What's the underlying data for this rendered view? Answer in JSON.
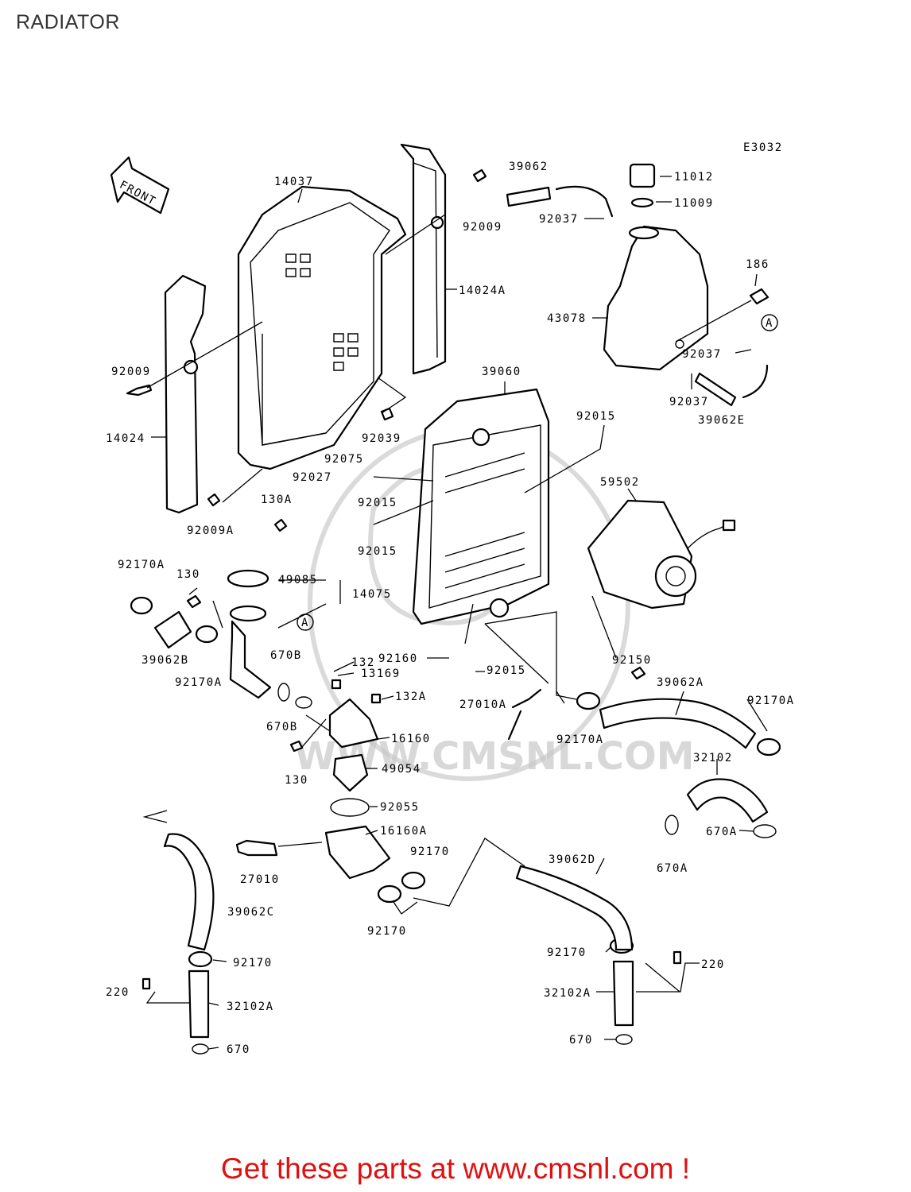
{
  "header": {
    "title": "RADIATOR"
  },
  "footer": {
    "text": "Get these parts at www.cmsnl.com !"
  },
  "diagram": {
    "code": "E3032",
    "front_arrow_label": "FRONT",
    "ref_marker": "A",
    "watermark_text": "WWW.CMSNL.COM",
    "labels": [
      "14037",
      "14024A",
      "92009",
      "92009",
      "14024",
      "92009A",
      "92039",
      "39062",
      "11012",
      "11009",
      "92037",
      "186",
      "43078",
      "92037",
      "92037",
      "39062E",
      "39060",
      "92015",
      "92075",
      "92027",
      "92015",
      "92015",
      "130A",
      "59502",
      "92150",
      "92170A",
      "130",
      "49085",
      "14075",
      "39062B",
      "92170A",
      "670B",
      "132",
      "13169",
      "132A",
      "670B",
      "16160",
      "130",
      "49054",
      "92055",
      "16160A",
      "92160",
      "92015",
      "27010A",
      "92170A",
      "39062A",
      "92170A",
      "32102",
      "670A",
      "670A",
      "27010",
      "92170",
      "92170",
      "39062C",
      "92170",
      "220",
      "32102A",
      "670",
      "39062D",
      "92170",
      "220",
      "32102A",
      "670"
    ]
  }
}
